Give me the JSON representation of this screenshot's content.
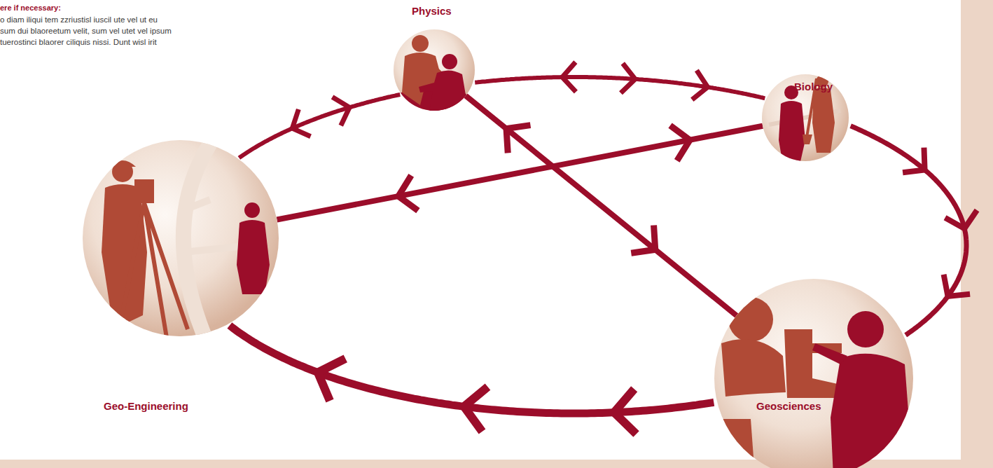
{
  "diagram": {
    "nodes": [
      {
        "text": [
          "Physics"
        ]
      },
      {
        "text": [
          "Biology"
        ]
      },
      {
        "text": [
          "Geo-Engineering"
        ]
      },
      {
        "text": [
          "Geosciences"
        ]
      }
    ],
    "edges": [
      {
        "from": 0,
        "to": 1,
        "arrow": "both"
      },
      {
        "from": 1,
        "to": 3,
        "arrow": "to"
      },
      {
        "from": 3,
        "to": 2,
        "arrow": "to"
      },
      {
        "from": 2,
        "to": 0,
        "arrow": "both"
      },
      {
        "from": 0,
        "to": 3,
        "arrow": "both"
      },
      {
        "from": 2,
        "to": 1,
        "arrow": "both"
      }
    ],
    "labels": [
      "ere if necessary:",
      "o diam iliqui tem zzriustisl iuscil ute vel ut eu",
      "sum dui blaoreetum velit, sum vel utet vel ipsum",
      "tuerostinci blaorer ciliquis nissi. Dunt wisl irit"
    ]
  }
}
